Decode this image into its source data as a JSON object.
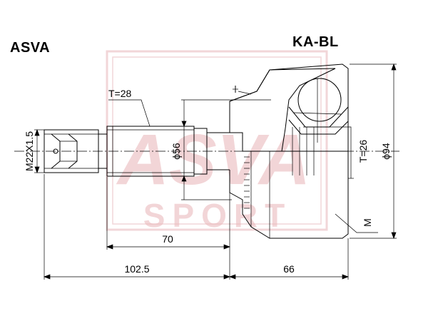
{
  "header": {
    "brand": "ASVA",
    "part_number": "KA-BL"
  },
  "dimensions": {
    "thread": "M22X1.5",
    "teeth_outer": "T=28",
    "shaft_dia": "ϕ56",
    "teeth_inner": "T=26",
    "outer_dia": "ϕ94",
    "label_m": "M",
    "len_70": "70",
    "len_102": "102.5",
    "len_66": "66"
  },
  "watermark": {
    "top": "ASVA",
    "bottom": "SPORT",
    "color": "#e8b4b8"
  }
}
